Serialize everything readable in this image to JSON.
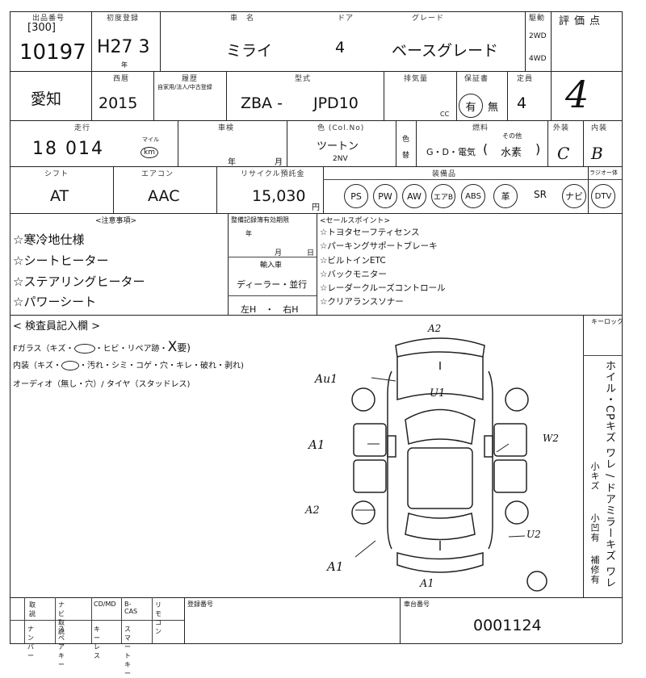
{
  "header": {
    "lot_label": "出品番号",
    "lot_bracket": "[300]",
    "lot_no": "10197",
    "first_reg_label": "初度登録",
    "first_reg": "H27 3",
    "first_reg_unit": "年",
    "model_name_label": "車　名",
    "model_name": "ミライ",
    "door_label": "ドア",
    "doors": "4",
    "grade_label": "グレード",
    "grade": "ベースグレード",
    "drive_label": "駆動",
    "drive_2wd": "2WD",
    "drive_4wd": "4WD",
    "score_label": "評価点",
    "score": "4"
  },
  "row2": {
    "region": "愛知",
    "year_label": "西暦",
    "year": "2015",
    "history_label": "履歴",
    "history_sub": "自家用/法人/中古登録",
    "model_code_label": "型式",
    "model_code_a": "ZBA -",
    "model_code_b": "JPD10",
    "displacement_label": "排気量",
    "displacement_unit": "CC",
    "warranty_label": "保証書",
    "warranty_yes": "有",
    "warranty_no": "無",
    "capacity_label": "定員",
    "capacity": "4"
  },
  "row3": {
    "mileage_label": "走行",
    "mileage": "18 014",
    "mileage_mile": "マイル",
    "mileage_km": "km",
    "shaken_label": "車検",
    "shaken_year": "年",
    "shaken_month": "月",
    "color_label": "色 (Col.No)",
    "color": "ツートン",
    "color_code": "2NV",
    "color_change_a": "色",
    "color_change_b": "替",
    "fuel_label": "燃料",
    "fuel_options": "G・D・電気",
    "fuel_other_label": "その他",
    "fuel_other": "水素",
    "ext_label": "外装",
    "ext_grade": "C",
    "int_label": "内装",
    "int_grade": "B"
  },
  "row4": {
    "shift_label": "シフト",
    "shift": "AT",
    "ac_label": "エアコン",
    "ac": "AAC",
    "recycle_label": "リサイクル預託金",
    "recycle": "15,030",
    "recycle_unit": "円",
    "equip_label": "装備品",
    "radio_label": "ラジオー体",
    "equipment": [
      "PS",
      "PW",
      "AW",
      "エアB",
      "ABS",
      "革",
      "SR",
      "ナビ",
      "DTV"
    ]
  },
  "notes": {
    "note_label": "<注意事項>",
    "items": [
      "☆寒冷地仕様",
      "☆シートヒーター",
      "☆ステアリングヒーター",
      "☆パワーシート"
    ],
    "manual_label": "整備記録簿有効期限",
    "manual_year": "年",
    "manual_month": "月",
    "manual_day": "日",
    "import_label": "輸入車",
    "import_value": "ディーラー・並行",
    "steering": "左H　・　右H",
    "sales_label": "<セールスポイント>",
    "sales_points": [
      "☆トヨタセーフティセンス",
      "☆パーキングサポートブレーキ",
      "☆ビルトインETC",
      "☆バックモニター",
      "☆レーダークルーズコントロール",
      "☆クリアランスソナー"
    ]
  },
  "inspection": {
    "title": "< 検査員記入欄 >",
    "line1": "Fガラス（キズ・",
    "line1_b": "・ヒビ・リペア跡・",
    "line1_x": "X",
    "line1_c": "要)",
    "line2": "内装（キズ・",
    "line2_b": "・汚れ・シミ・コゲ・穴・キレ・破れ・剥れ)",
    "line3": "オーディオ（無し・穴）/ タイヤ（スタッドレス)",
    "keylock": "キーロック",
    "side_note": "ホイル・CPキズ ワレ / ドアミラーキズ ワレ",
    "side_sub1": "小キズ",
    "side_sub2": "小凹有",
    "side_sub3": "補修有"
  },
  "marks": {
    "a2_top": "A2",
    "au1": "Au1",
    "u1": "U1",
    "a1_left": "A1",
    "w2": "W2",
    "a2_left": "A2",
    "u2": "U2",
    "a1_bottom_left": "A1",
    "a1_bottom": "A1"
  },
  "footer": {
    "labels_top": [
      "取説",
      "ナビ取説",
      "CD/MD",
      "B-CAS",
      "リモコン"
    ],
    "labels_bottom": [
      "ナンバー",
      "スペアキー",
      "キーレス",
      "スマートキー"
    ],
    "reg_no_label": "登録番号",
    "chassis_label": "車台番号",
    "chassis_no": "0001124"
  }
}
